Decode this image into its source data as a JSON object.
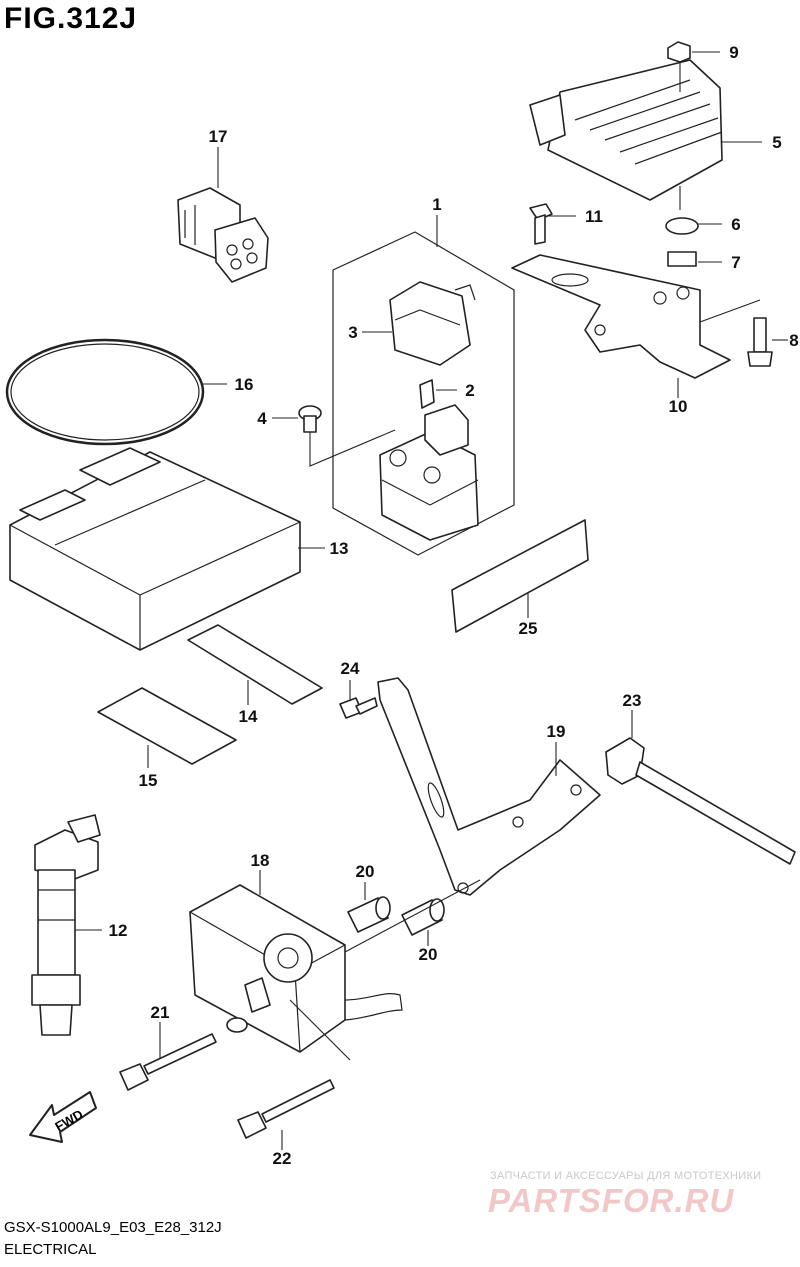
{
  "figure": {
    "title": "FIG.312J"
  },
  "footer": {
    "model_code": "GSX-S1000AL9_E03_E28_312J",
    "section": "ELECTRICAL"
  },
  "watermark": {
    "line1": "ЗАПЧАСТИ И АКСЕССУАРЫ ДЛЯ МОТОТЕХНИКИ",
    "brand": "PARTSFOR.RU"
  },
  "fwd_arrow": {
    "label": "FWD"
  },
  "callouts": {
    "c1": "1",
    "c2": "2",
    "c3": "3",
    "c4": "4",
    "c5": "5",
    "c6": "6",
    "c7": "7",
    "c8": "8",
    "c9": "9",
    "c10": "10",
    "c11": "11",
    "c12": "12",
    "c13": "13",
    "c14": "14",
    "c15": "15",
    "c16": "16",
    "c17": "17",
    "c18": "18",
    "c19": "19",
    "c20a": "20",
    "c20b": "20",
    "c21": "21",
    "c22": "22",
    "c23": "23",
    "c24": "24",
    "c25": "25"
  }
}
